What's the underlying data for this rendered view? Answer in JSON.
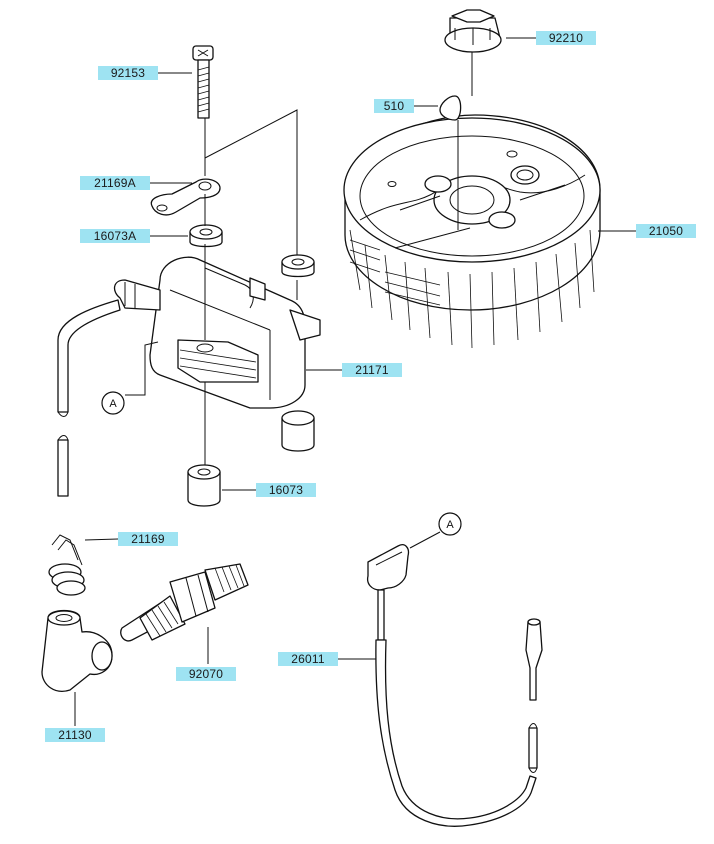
{
  "labels": {
    "part_92153": "92153",
    "part_92210": "92210",
    "part_510": "510",
    "part_21169A": "21169A",
    "part_16073A": "16073A",
    "part_21050": "21050",
    "part_21171": "21171",
    "part_16073": "16073",
    "part_21169": "21169",
    "part_26011": "26011",
    "part_92070": "92070",
    "part_21130": "21130"
  },
  "callouts": {
    "connector_a_upper": "A",
    "connector_a_lower": "A"
  },
  "colors": {
    "label_fill": "#9ee3f2",
    "line": "#111111"
  }
}
